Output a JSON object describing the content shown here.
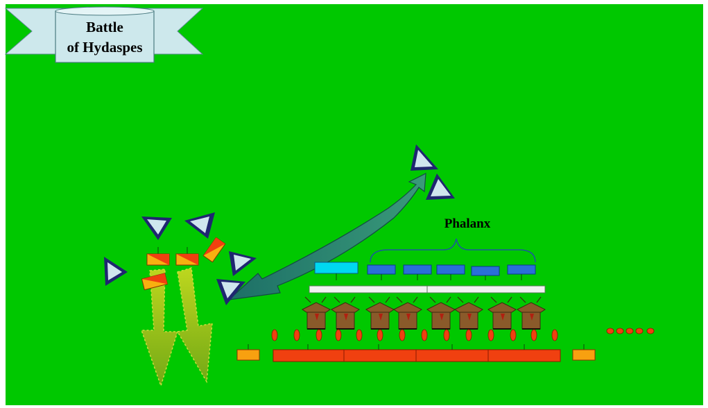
{
  "banner": {
    "line1": "Battle",
    "line2": "of Hydaspes"
  },
  "labels": {
    "phalanx": "Phalanx"
  },
  "colors": {
    "field": "#00c800",
    "banner": "#cde8ec",
    "cavalry_dark": "#1f2670",
    "cavalry_light": "#cfe6ee",
    "phalanx_unit": "#2a6fd8",
    "phalanx_lead": "#00d8f0",
    "enemy_line": "#f04010",
    "enemy_flank": "#f8a010",
    "elephant": "#8a5a2a",
    "arrow_teal": "#2a8a6a",
    "arrow_green": "#a8c818"
  },
  "legend_symbols": {
    "cavalry": "triangle",
    "elephant": "elephant-shape",
    "infantry": "rectangle",
    "skirmisher": "oval"
  }
}
